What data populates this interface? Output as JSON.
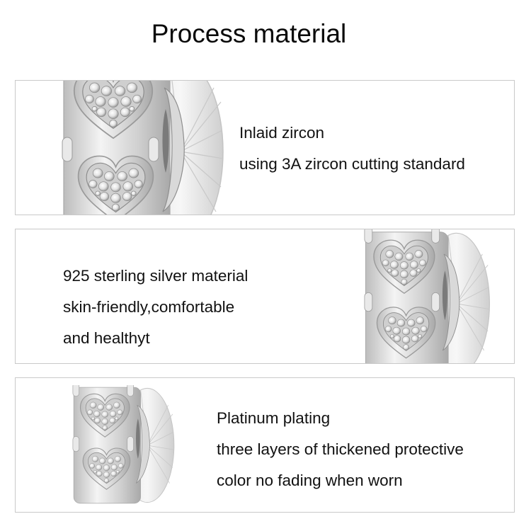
{
  "title": "Process material",
  "panels": [
    {
      "lines": [
        "Inlaid zircon",
        "using 3A zircon cutting standard"
      ],
      "image": "heart-charm-closeup-icon",
      "image_position": "left"
    },
    {
      "lines": [
        "925 sterling silver material",
        "skin-friendly,comfortable",
        "and healthyt"
      ],
      "image": "heart-charm-side-icon",
      "image_position": "right"
    },
    {
      "lines": [
        "Platinum plating",
        "three layers of thickened protective",
        "color no fading when worn"
      ],
      "image": "heart-charm-full-icon",
      "image_position": "left"
    }
  ],
  "colors": {
    "text": "#111111",
    "border": "#c9c9c9",
    "background": "#ffffff",
    "silver": "#d8d8d8"
  }
}
